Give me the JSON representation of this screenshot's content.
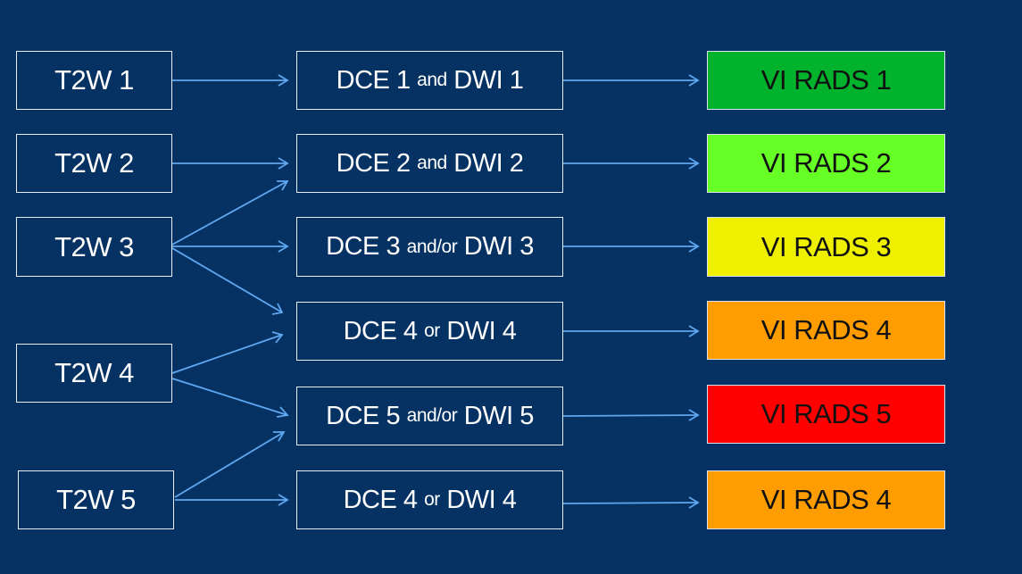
{
  "t2w": [
    {
      "label": "T2W 1"
    },
    {
      "label": "T2W 2"
    },
    {
      "label": "T2W 3"
    },
    {
      "label": "T2W 4"
    },
    {
      "label": "T2W 5"
    }
  ],
  "dce": [
    {
      "part1": "DCE 1",
      "conn": "and",
      "part2": "DWI 1"
    },
    {
      "part1": "DCE 2",
      "conn": "and",
      "part2": "DWI 2"
    },
    {
      "part1": "DCE 3",
      "conn": "and/or",
      "part2": "DWI 3"
    },
    {
      "part1": "DCE 4",
      "conn": "or",
      "part2": "DWI 4"
    },
    {
      "part1": "DCE 5",
      "conn": "and/or",
      "part2": "DWI 5"
    },
    {
      "part1": "DCE 4",
      "conn": "or",
      "part2": "DWI 4"
    }
  ],
  "vi": [
    {
      "label": "VI RADS 1",
      "color": "#00b22c"
    },
    {
      "label": "VI RADS 2",
      "color": "#66ff26"
    },
    {
      "label": "VI RADS 3",
      "color": "#eef000"
    },
    {
      "label": "VI RADS 4",
      "color": "#ff9d00"
    },
    {
      "label": "VI RADS 5",
      "color": "#ff0000"
    },
    {
      "label": "VI RADS 4",
      "color": "#ff9d00"
    }
  ],
  "colors": {
    "background": "#053263",
    "arrow": "#5fa7ef",
    "box_border": "#e8eef7"
  }
}
